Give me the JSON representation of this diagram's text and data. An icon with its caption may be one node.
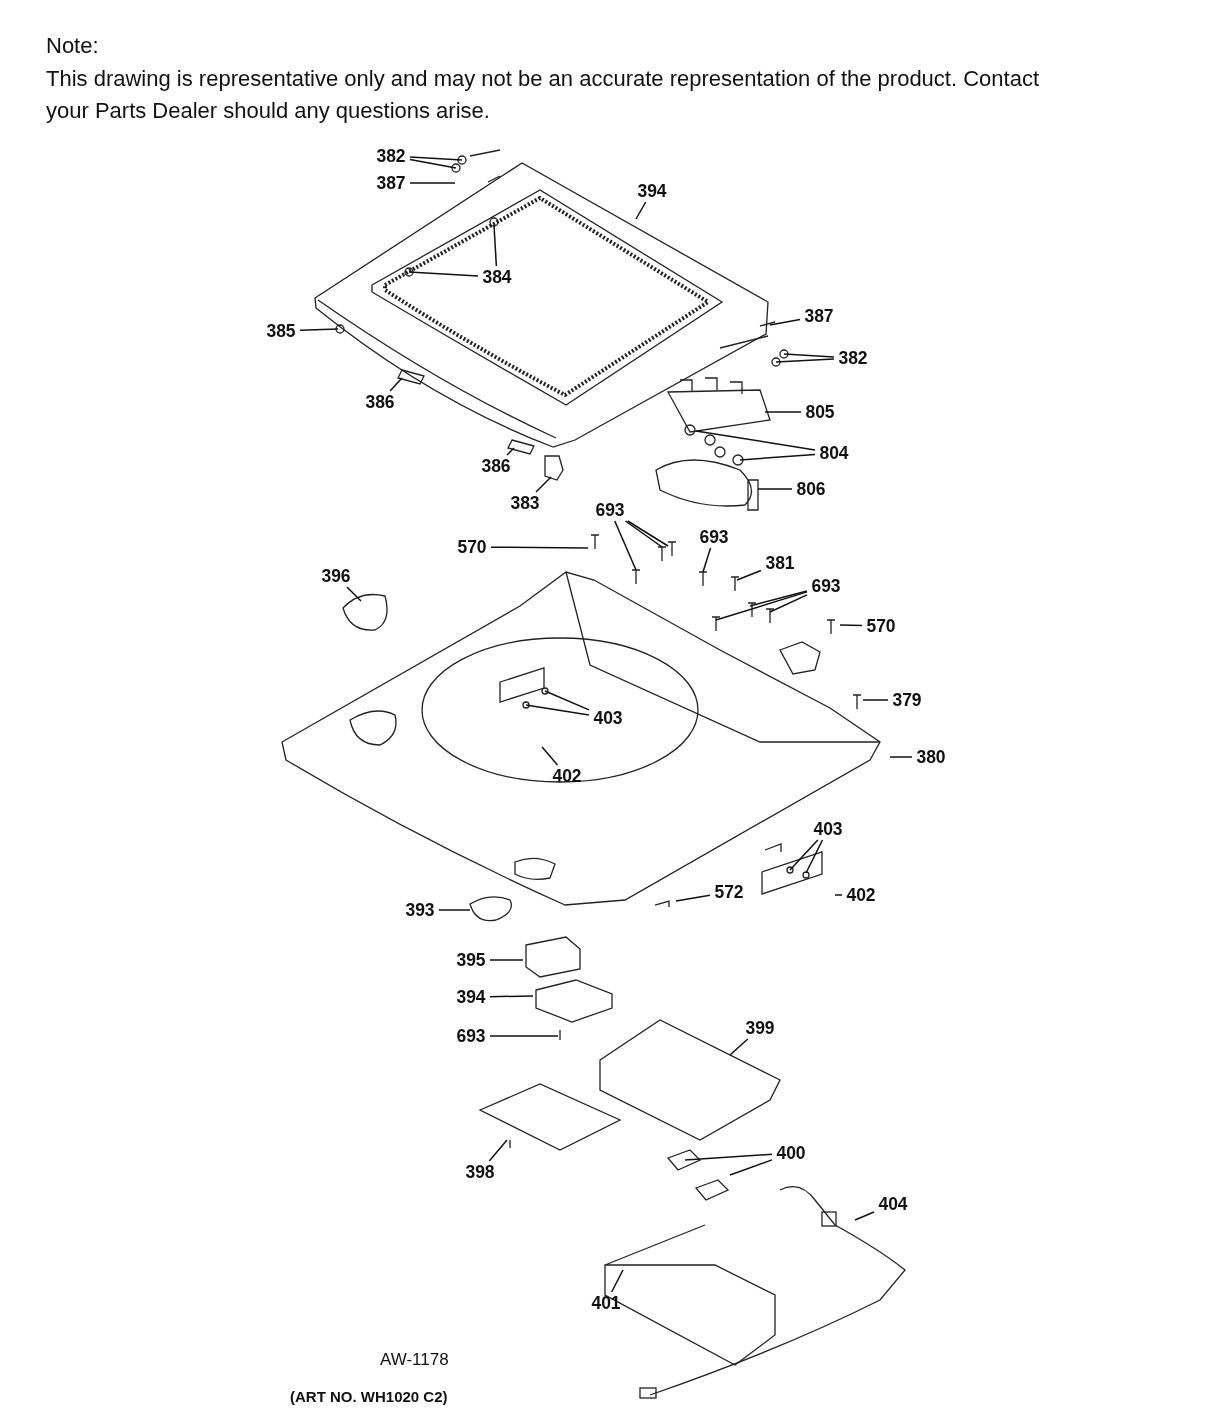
{
  "diagram": {
    "nodes": [
      {
        "text": [
          "382"
        ]
      },
      {
        "text": [
          "387"
        ]
      },
      {
        "text": [
          "394"
        ]
      },
      {
        "text": [
          "384"
        ]
      },
      {
        "text": [
          "387"
        ]
      },
      {
        "text": [
          "385"
        ]
      },
      {
        "text": [
          "382"
        ]
      },
      {
        "text": [
          "386"
        ]
      },
      {
        "text": [
          "805"
        ]
      },
      {
        "text": [
          "804"
        ]
      },
      {
        "text": [
          "386"
        ]
      },
      {
        "text": [
          "806"
        ]
      },
      {
        "text": [
          "383"
        ]
      },
      {
        "text": [
          "693"
        ]
      },
      {
        "text": [
          "570"
        ]
      },
      {
        "text": [
          "693"
        ]
      },
      {
        "text": [
          "381"
        ]
      },
      {
        "text": [
          "396"
        ]
      },
      {
        "text": [
          "693"
        ]
      },
      {
        "text": [
          "570"
        ]
      },
      {
        "text": [
          "379"
        ]
      },
      {
        "text": [
          "403"
        ]
      },
      {
        "text": [
          "380"
        ]
      },
      {
        "text": [
          "402"
        ]
      },
      {
        "text": [
          "403"
        ]
      },
      {
        "text": [
          "572"
        ]
      },
      {
        "text": [
          "402"
        ]
      },
      {
        "text": [
          "393"
        ]
      },
      {
        "text": [
          "395"
        ]
      },
      {
        "text": [
          "394"
        ]
      },
      {
        "text": [
          "399"
        ]
      },
      {
        "text": [
          "693"
        ]
      },
      {
        "text": [
          "400"
        ]
      },
      {
        "text": [
          "398"
        ]
      },
      {
        "text": [
          "404"
        ]
      },
      {
        "text": [
          "401"
        ]
      }
    ],
    "edges": [
      {
        "from": 0,
        "to": null,
        "arrow": "none"
      },
      {
        "from": 0,
        "to": null,
        "arrow": "none"
      },
      {
        "from": 1,
        "to": null,
        "arrow": "none"
      },
      {
        "from": 2,
        "to": null,
        "arrow": "none"
      },
      {
        "from": 3,
        "to": null,
        "arrow": "none"
      },
      {
        "from": 3,
        "to": null,
        "arrow": "none"
      },
      {
        "from": 4,
        "to": null,
        "arrow": "none"
      },
      {
        "from": 5,
        "to": null,
        "arrow": "none"
      },
      {
        "from": 6,
        "to": null,
        "arrow": "none"
      },
      {
        "from": 6,
        "to": null,
        "arrow": "none"
      },
      {
        "from": 7,
        "to": null,
        "arrow": "none"
      },
      {
        "from": 8,
        "to": null,
        "arrow": "none"
      },
      {
        "from": 9,
        "to": null,
        "arrow": "none"
      },
      {
        "from": 9,
        "to": null,
        "arrow": "none"
      },
      {
        "from": 10,
        "to": null,
        "arrow": "none"
      },
      {
        "from": 11,
        "to": null,
        "arrow": "none"
      },
      {
        "from": 12,
        "to": null,
        "arrow": "none"
      },
      {
        "from": 13,
        "to": null,
        "arrow": "none"
      },
      {
        "from": 13,
        "to": null,
        "arrow": "none"
      },
      {
        "from": 13,
        "to": null,
        "arrow": "none"
      },
      {
        "from": 14,
        "to": null,
        "arrow": "none"
      },
      {
        "from": 15,
        "to": null,
        "arrow": "none"
      },
      {
        "from": 16,
        "to": null,
        "arrow": "none"
      },
      {
        "from": 17,
        "to": null,
        "arrow": "none"
      },
      {
        "from": 18,
        "to": null,
        "arrow": "none"
      },
      {
        "from": 18,
        "to": null,
        "arrow": "none"
      },
      {
        "from": 18,
        "to": null,
        "arrow": "none"
      },
      {
        "from": 19,
        "to": null,
        "arrow": "none"
      },
      {
        "from": 20,
        "to": null,
        "arrow": "none"
      },
      {
        "from": 21,
        "to": null,
        "arrow": "none"
      },
      {
        "from": 21,
        "to": null,
        "arrow": "none"
      },
      {
        "from": 22,
        "to": null,
        "arrow": "none"
      },
      {
        "from": 23,
        "to": null,
        "arrow": "none"
      },
      {
        "from": 24,
        "to": null,
        "arrow": "none"
      },
      {
        "from": 24,
        "to": null,
        "arrow": "none"
      },
      {
        "from": 25,
        "to": null,
        "arrow": "none"
      },
      {
        "from": 26,
        "to": null,
        "arrow": "none"
      },
      {
        "from": 27,
        "to": null,
        "arrow": "none"
      },
      {
        "from": 28,
        "to": null,
        "arrow": "none"
      },
      {
        "from": 29,
        "to": null,
        "arrow": "none"
      },
      {
        "from": 30,
        "to": null,
        "arrow": "none"
      },
      {
        "from": 31,
        "to": null,
        "arrow": "none"
      },
      {
        "from": 32,
        "to": null,
        "arrow": "none"
      },
      {
        "from": 32,
        "to": null,
        "arrow": "none"
      },
      {
        "from": 33,
        "to": null,
        "arrow": "none"
      },
      {
        "from": 34,
        "to": null,
        "arrow": "none"
      },
      {
        "from": 35,
        "to": null,
        "arrow": "none"
      }
    ],
    "labels": [
      "Note:",
      "This drawing is representative only and may not be an accurate representation of the product. Contact your Parts Dealer should any questions arise.",
      "AW-1178",
      "(ART NO. WH1020 C2)"
    ]
  }
}
